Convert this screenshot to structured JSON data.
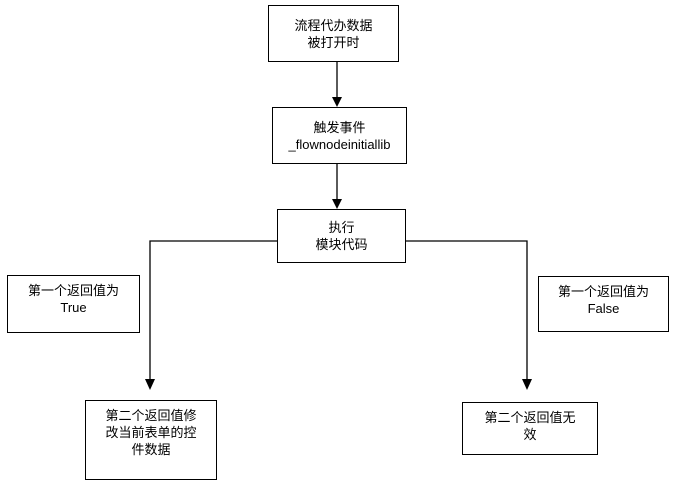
{
  "diagram": {
    "background_color": "#ffffff",
    "line_color": "#000000",
    "text_color": "#000000",
    "nodes": {
      "start": {
        "text": "流程代办数据\n被打开时"
      },
      "trigger": {
        "text": "触发事件\n_flownodeinitiallib"
      },
      "execute": {
        "text": "执行\n模块代码"
      },
      "cond_true": {
        "text": "第一个返回值为\nTrue"
      },
      "cond_false": {
        "text": "第一个返回值为\nFalse"
      },
      "result_true": {
        "text": "第二个返回值修\n改当前表单的控\n件数据"
      },
      "result_false": {
        "text": "第二个返回值无\n效"
      }
    },
    "edges": [
      {
        "from": "start",
        "to": "trigger",
        "style": "straight-down-arrow"
      },
      {
        "from": "trigger",
        "to": "execute",
        "style": "straight-down-arrow"
      },
      {
        "from": "execute",
        "to": "result_true",
        "label_node": "cond_true",
        "style": "elbow-left-down-arrow"
      },
      {
        "from": "execute",
        "to": "result_false",
        "label_node": "cond_false",
        "style": "elbow-right-down-arrow"
      }
    ]
  }
}
